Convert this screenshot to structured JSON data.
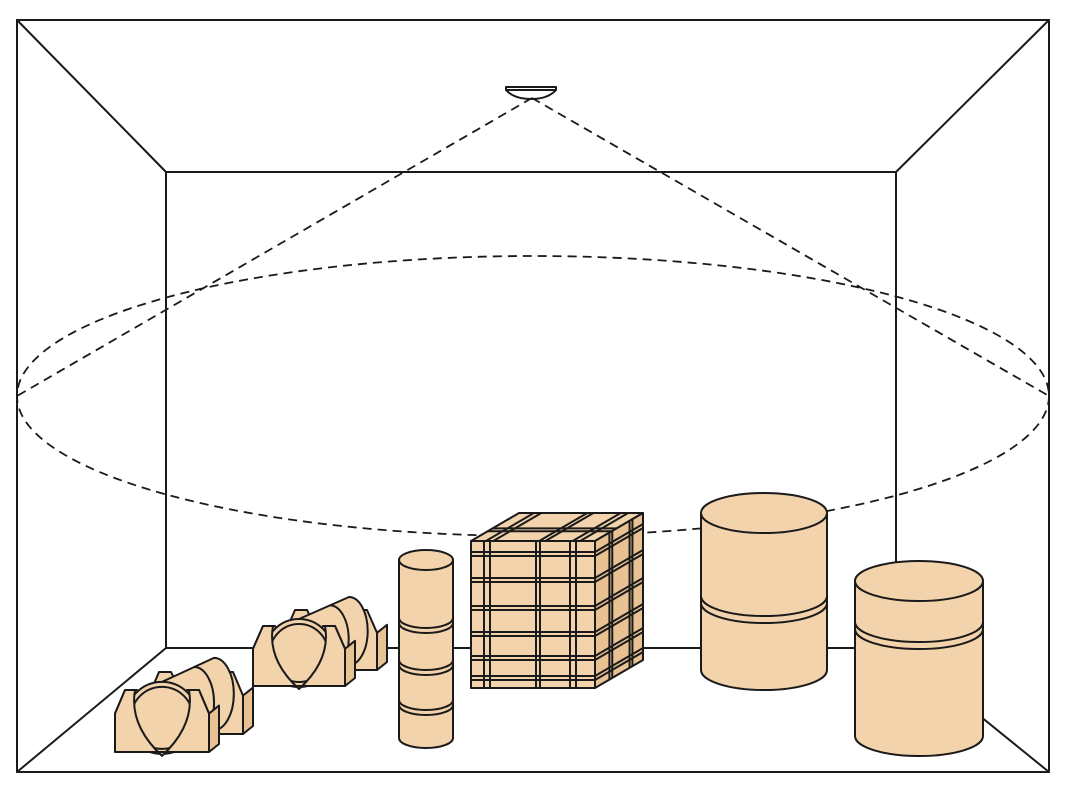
{
  "colors": {
    "object_fill": "#f3d3ab",
    "object_fill_dark": "#e9c294",
    "line": "#1a1a1a",
    "background": "#ffffff"
  },
  "icons": {
    "ceiling_device": "ceiling-sensor-icon"
  },
  "objects": {
    "pipes_on_saddles": 2,
    "tall_column": 1,
    "crate": 1,
    "drums": 2
  }
}
